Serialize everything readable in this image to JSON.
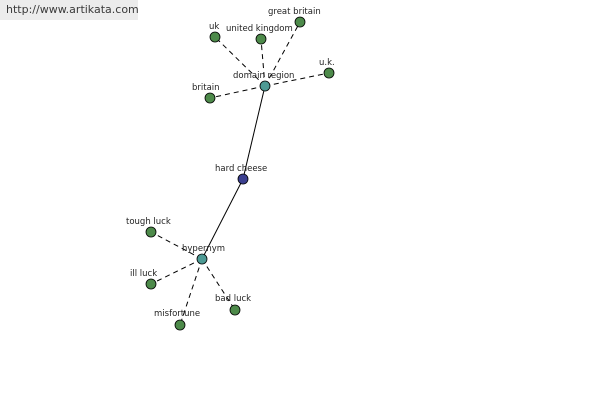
{
  "banner": {
    "url_text": "http://www.artikata.com"
  },
  "colors": {
    "center_node": "#3b3f8f",
    "hub_node": "#4d9a94",
    "leaf_node": "#4d8a4a",
    "edge": "#000000"
  },
  "graph": {
    "center": {
      "id": "hard-cheese",
      "label": "hard cheese",
      "kind": "center"
    },
    "hubs": [
      {
        "id": "domain-region",
        "label": "domain region",
        "kind": "hub"
      },
      {
        "id": "hypernym",
        "label": "hypernym",
        "kind": "hub"
      }
    ],
    "leaves": [
      {
        "id": "uk",
        "label": "uk",
        "hub": "domain-region"
      },
      {
        "id": "united-kingdom",
        "label": "united kingdom",
        "hub": "domain-region"
      },
      {
        "id": "great-britain",
        "label": "great britain",
        "hub": "domain-region"
      },
      {
        "id": "u-k",
        "label": "u.k.",
        "hub": "domain-region"
      },
      {
        "id": "britain",
        "label": "britain",
        "hub": "domain-region"
      },
      {
        "id": "tough-luck",
        "label": "tough luck",
        "hub": "hypernym"
      },
      {
        "id": "ill-luck",
        "label": "ill luck",
        "hub": "hypernym"
      },
      {
        "id": "bad-luck",
        "label": "bad luck",
        "hub": "hypernym"
      },
      {
        "id": "misfortune",
        "label": "misfortune",
        "hub": "hypernym"
      }
    ]
  }
}
